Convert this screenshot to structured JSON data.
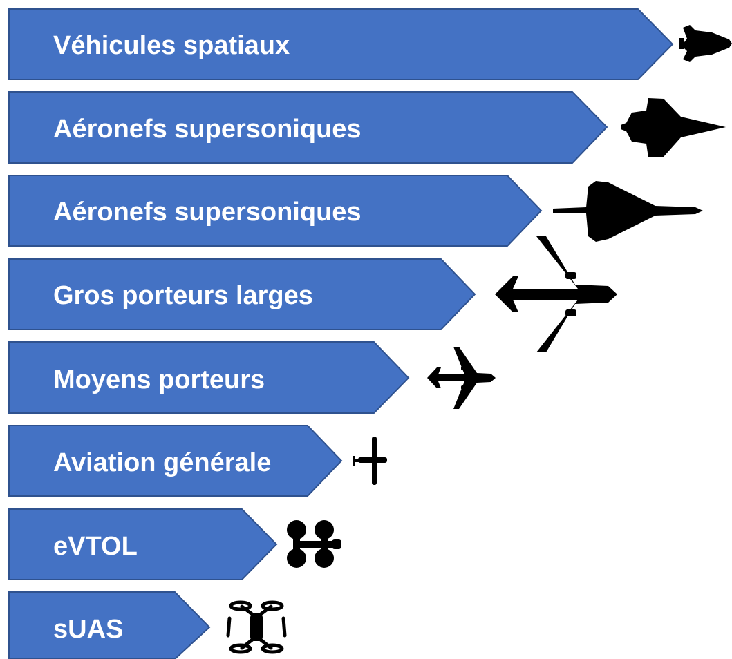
{
  "colors": {
    "arrow_fill": "#4472C4",
    "arrow_stroke": "#2F528F",
    "label_text": "#FFFFFF",
    "silhouette": "#000000"
  },
  "categories": [
    {
      "label": "Véhicules spatiaux",
      "icon": "space-shuttle-icon"
    },
    {
      "label": "Aéronefs supersoniques",
      "icon": "fighter-jet-icon"
    },
    {
      "label": "Aéronefs supersoniques",
      "icon": "concorde-icon"
    },
    {
      "label": "Gros porteurs larges",
      "icon": "wide-body-airliner-icon"
    },
    {
      "label": "Moyens porteurs",
      "icon": "narrow-body-airliner-icon"
    },
    {
      "label": "Aviation générale",
      "icon": "light-aircraft-icon"
    },
    {
      "label": "eVTOL",
      "icon": "evtol-icon"
    },
    {
      "label": "sUAS",
      "icon": "quadcopter-drone-icon"
    }
  ]
}
